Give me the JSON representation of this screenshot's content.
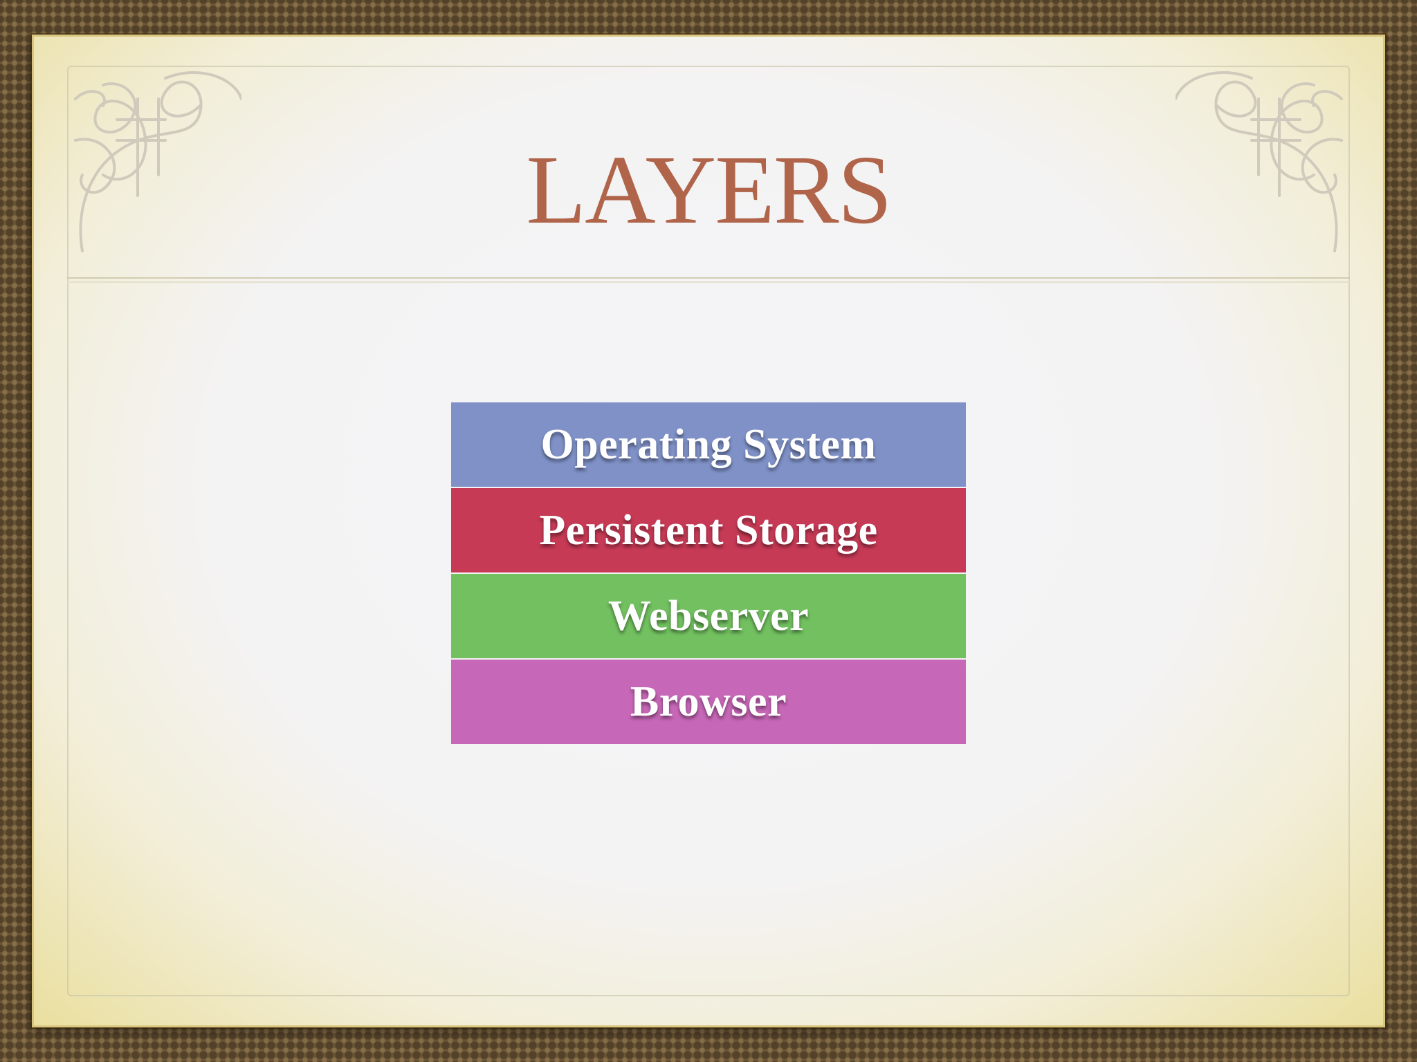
{
  "slide": {
    "title": "LAYERS"
  },
  "layers": [
    {
      "label": "Operating System",
      "color": "#7f91c7"
    },
    {
      "label": "Persistent Storage",
      "color": "#c73a56"
    },
    {
      "label": "Webserver",
      "color": "#72c060"
    },
    {
      "label": "Browser",
      "color": "#c767b7"
    }
  ],
  "theme": {
    "title_color": "#b0654b"
  }
}
